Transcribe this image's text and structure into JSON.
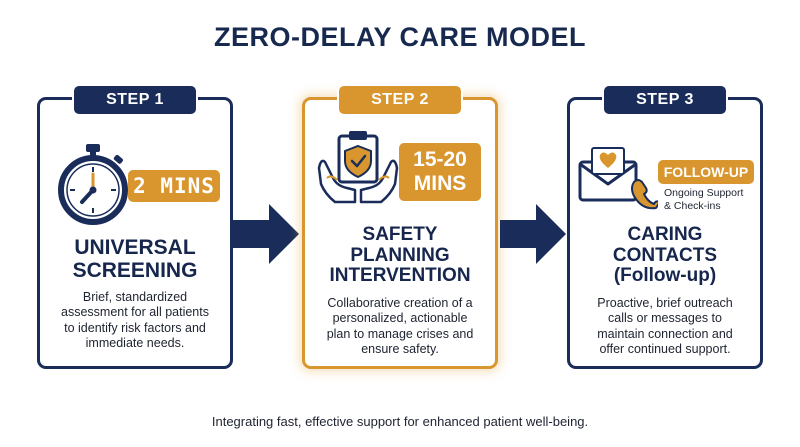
{
  "title": "ZERO-DELAY CARE MODEL",
  "steps": [
    {
      "label": "STEP 1",
      "badge": "2 MINS",
      "heading": [
        "UNIVERSAL",
        "SCREENING"
      ],
      "description": [
        "Brief, standardized",
        "assessment for all patients",
        "to identify risk factors and",
        "immediate needs."
      ],
      "icon": "stopwatch-icon"
    },
    {
      "label": "STEP 2",
      "badge": [
        "15-20",
        "MINS"
      ],
      "heading": [
        "SAFETY",
        "PLANNING",
        "INTERVENTION"
      ],
      "description": [
        "Collaborative creation of a",
        "personalized, actionable",
        "plan to manage crises and",
        "ensure safety."
      ],
      "icon": "clipboard-shield-hands-icon"
    },
    {
      "label": "STEP 3",
      "badge": "FOLLOW-UP",
      "subnote": [
        "Ongoing Support",
        "& Check-ins"
      ],
      "heading": [
        "CARING",
        "CONTACTS",
        "(Follow-up)"
      ],
      "description": [
        "Proactive, brief outreach",
        "calls or messages to",
        "maintain connection and",
        "offer continued support."
      ],
      "icon": "envelope-phone-icon"
    }
  ],
  "footer": "Integrating fast, effective support for enhanced patient well-being.",
  "colors": {
    "navy": "#1a2d5a",
    "orange": "#d9962e"
  }
}
